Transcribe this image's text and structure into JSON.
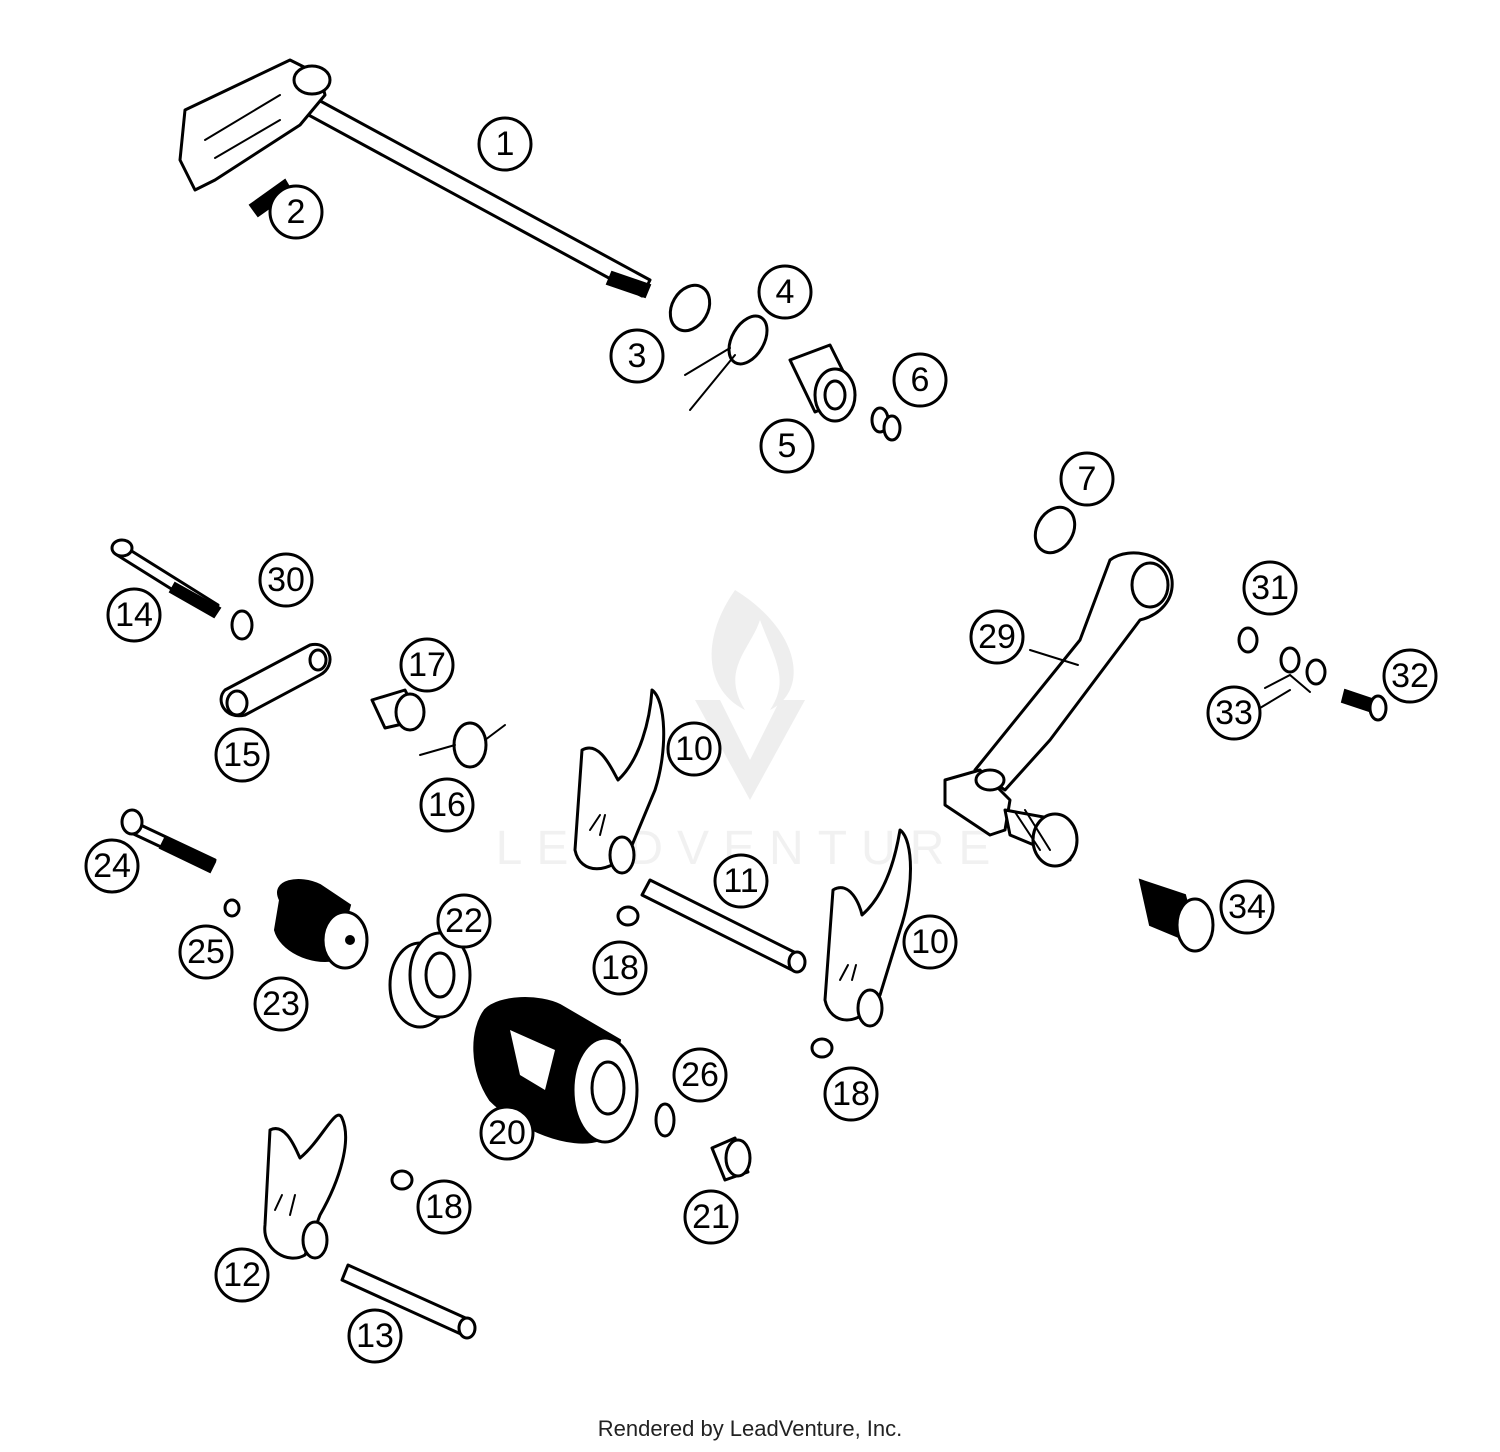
{
  "diagram": {
    "watermark_brand": "LEADVENTURE",
    "footer_text": "Rendered by LeadVenture, Inc.",
    "callouts": [
      {
        "id": "c1",
        "label": "1"
      },
      {
        "id": "c2",
        "label": "2"
      },
      {
        "id": "c3",
        "label": "3"
      },
      {
        "id": "c4",
        "label": "4"
      },
      {
        "id": "c5",
        "label": "5"
      },
      {
        "id": "c6",
        "label": "6"
      },
      {
        "id": "c7",
        "label": "7"
      },
      {
        "id": "c29",
        "label": "29"
      },
      {
        "id": "c31",
        "label": "31"
      },
      {
        "id": "c32",
        "label": "32"
      },
      {
        "id": "c33",
        "label": "33"
      },
      {
        "id": "c34",
        "label": "34"
      },
      {
        "id": "c30",
        "label": "30"
      },
      {
        "id": "c14",
        "label": "14"
      },
      {
        "id": "c15",
        "label": "15"
      },
      {
        "id": "c17",
        "label": "17"
      },
      {
        "id": "c16",
        "label": "16"
      },
      {
        "id": "c10a",
        "label": "10"
      },
      {
        "id": "c10b",
        "label": "10"
      },
      {
        "id": "c11",
        "label": "11"
      },
      {
        "id": "c24",
        "label": "24"
      },
      {
        "id": "c25",
        "label": "25"
      },
      {
        "id": "c23",
        "label": "23"
      },
      {
        "id": "c22",
        "label": "22"
      },
      {
        "id": "c18a",
        "label": "18"
      },
      {
        "id": "c18b",
        "label": "18"
      },
      {
        "id": "c18c",
        "label": "18"
      },
      {
        "id": "c20",
        "label": "20"
      },
      {
        "id": "c26",
        "label": "26"
      },
      {
        "id": "c21",
        "label": "21"
      },
      {
        "id": "c12",
        "label": "12"
      },
      {
        "id": "c13",
        "label": "13"
      }
    ]
  }
}
